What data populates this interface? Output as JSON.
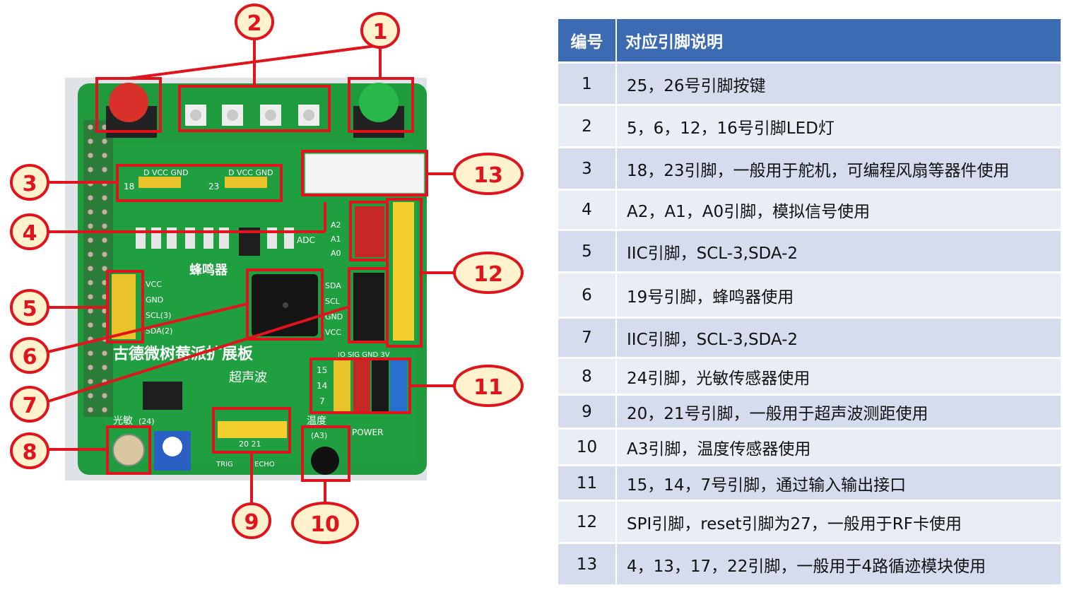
{
  "table": {
    "header_num": "编号",
    "header_desc": "对应引脚说明",
    "rows": [
      {
        "num": "1",
        "desc": "25，26号引脚按键"
      },
      {
        "num": "2",
        "desc": "5，6，12，16号引脚LED灯"
      },
      {
        "num": "3",
        "desc": "18，23引脚，一般用于舵机，可编程风扇等器件使用"
      },
      {
        "num": "4",
        "desc": "A2，A1，A0引脚，模拟信号使用"
      },
      {
        "num": "5",
        "desc": "IIC引脚，SCL-3,SDA-2"
      },
      {
        "num": "6",
        "desc": "19号引脚，蜂鸣器使用"
      },
      {
        "num": "7",
        "desc": "IIC引脚，SCL-3,SDA-2"
      },
      {
        "num": "8",
        "desc": "24引脚，光敏传感器使用"
      },
      {
        "num": "9",
        "desc": "20，21号引脚，一般用于超声波测距使用"
      },
      {
        "num": "10",
        "desc": "A3引脚，温度传感器使用"
      },
      {
        "num": "11",
        "desc": "15，14，7号引脚，通过输入输出接口"
      },
      {
        "num": "12",
        "desc": "SPI引脚，reset引脚为27，一般用于RF卡使用"
      },
      {
        "num": "13",
        "desc": "4，13，17，22引脚，一般用于4路循迹模块使用"
      }
    ]
  },
  "callouts": [
    "1",
    "2",
    "3",
    "4",
    "5",
    "6",
    "7",
    "8",
    "9",
    "10",
    "11",
    "12",
    "13"
  ],
  "board_labels": {
    "title": "古德微树莓派扩展板",
    "buzzer": "蜂鸣器",
    "ultrasonic": "超声波",
    "light": "光敏",
    "light_pin": "(24)",
    "temp": "温度",
    "temp_pin": "(A3)",
    "power": "POWER",
    "adc": "ADC",
    "servo_1": "D VCC GND",
    "servo_2": "D VCC GND",
    "servo_pin_1": "18",
    "servo_pin_2": "23",
    "a2": "A2",
    "a1": "A1",
    "a0": "A0",
    "iic_vcc": "VCC",
    "iic_gnd": "GND",
    "iic_scl": "SCL(3)",
    "iic_sda": "SDA(2)",
    "spi_sda": "SDA",
    "spi_scl": "SCL",
    "spi_gnd": "GND",
    "spi_vcc": "VCC",
    "io_header": "IO SIG GND 3V",
    "io_15": "15",
    "io_14": "14",
    "io_7": "7",
    "trig": "TRIG",
    "echo": "ECHO",
    "ultra_pins": "20  21"
  },
  "colors": {
    "annotation_red": "#e0141c",
    "callout_fill": "#fff2cc",
    "pcb_green": "#1f9a3c",
    "header_blue": "#3d6bb3",
    "row_dark": "#d4dcee",
    "row_light": "#e8edf6"
  }
}
